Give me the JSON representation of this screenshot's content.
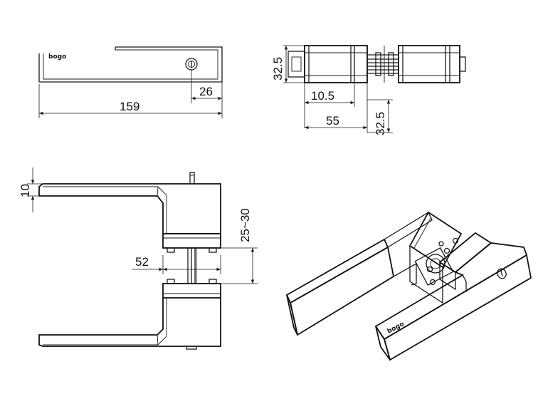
{
  "brand": "bogo",
  "dimensions": {
    "length_159": "159",
    "keyhole_26": "26",
    "height_32_5": "32.5",
    "offset_10_5": "10.5",
    "width_55": "55",
    "height_32_5_b": "32.5",
    "thickness_10": "10",
    "door_range": "25~30",
    "spindle_52": "52"
  }
}
